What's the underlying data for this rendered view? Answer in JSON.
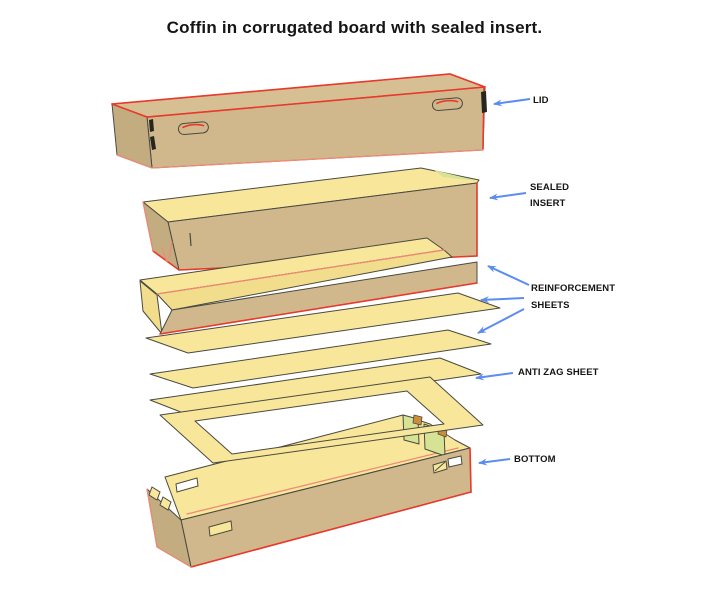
{
  "title": "Coffin in corrugated board with sealed insert.",
  "diagram": {
    "parts": [
      {
        "id": "lid",
        "label": "LID"
      },
      {
        "id": "sealed-insert",
        "label": "SEALED INSERT",
        "label_lines": [
          "SEALED",
          "INSERT"
        ]
      },
      {
        "id": "reinforcement-sheets",
        "label": "REINFORCEMENT SHEETS",
        "label_lines": [
          "REINFORCEMENT",
          "SHEETS"
        ]
      },
      {
        "id": "anti-zag-sheet",
        "label": "ANTI ZAG SHEET"
      },
      {
        "id": "bottom",
        "label": "BOTTOM"
      }
    ]
  },
  "colors": {
    "board_tan": "#d0b88c",
    "board_tan_dark": "#c4ac81",
    "board_top": "#d6bf93",
    "sheet_yellow": "#f8e79a",
    "sheet_yellow_dark": "#f1dd8b",
    "green_panel": "#d6e294",
    "edge_red": "#e8392b",
    "edge_coral": "#f08a76",
    "outline": "#4a4a40",
    "arrow_blue": "#5b8cef",
    "text_color": "#151515",
    "tab_orange": "#cd8c3a"
  }
}
